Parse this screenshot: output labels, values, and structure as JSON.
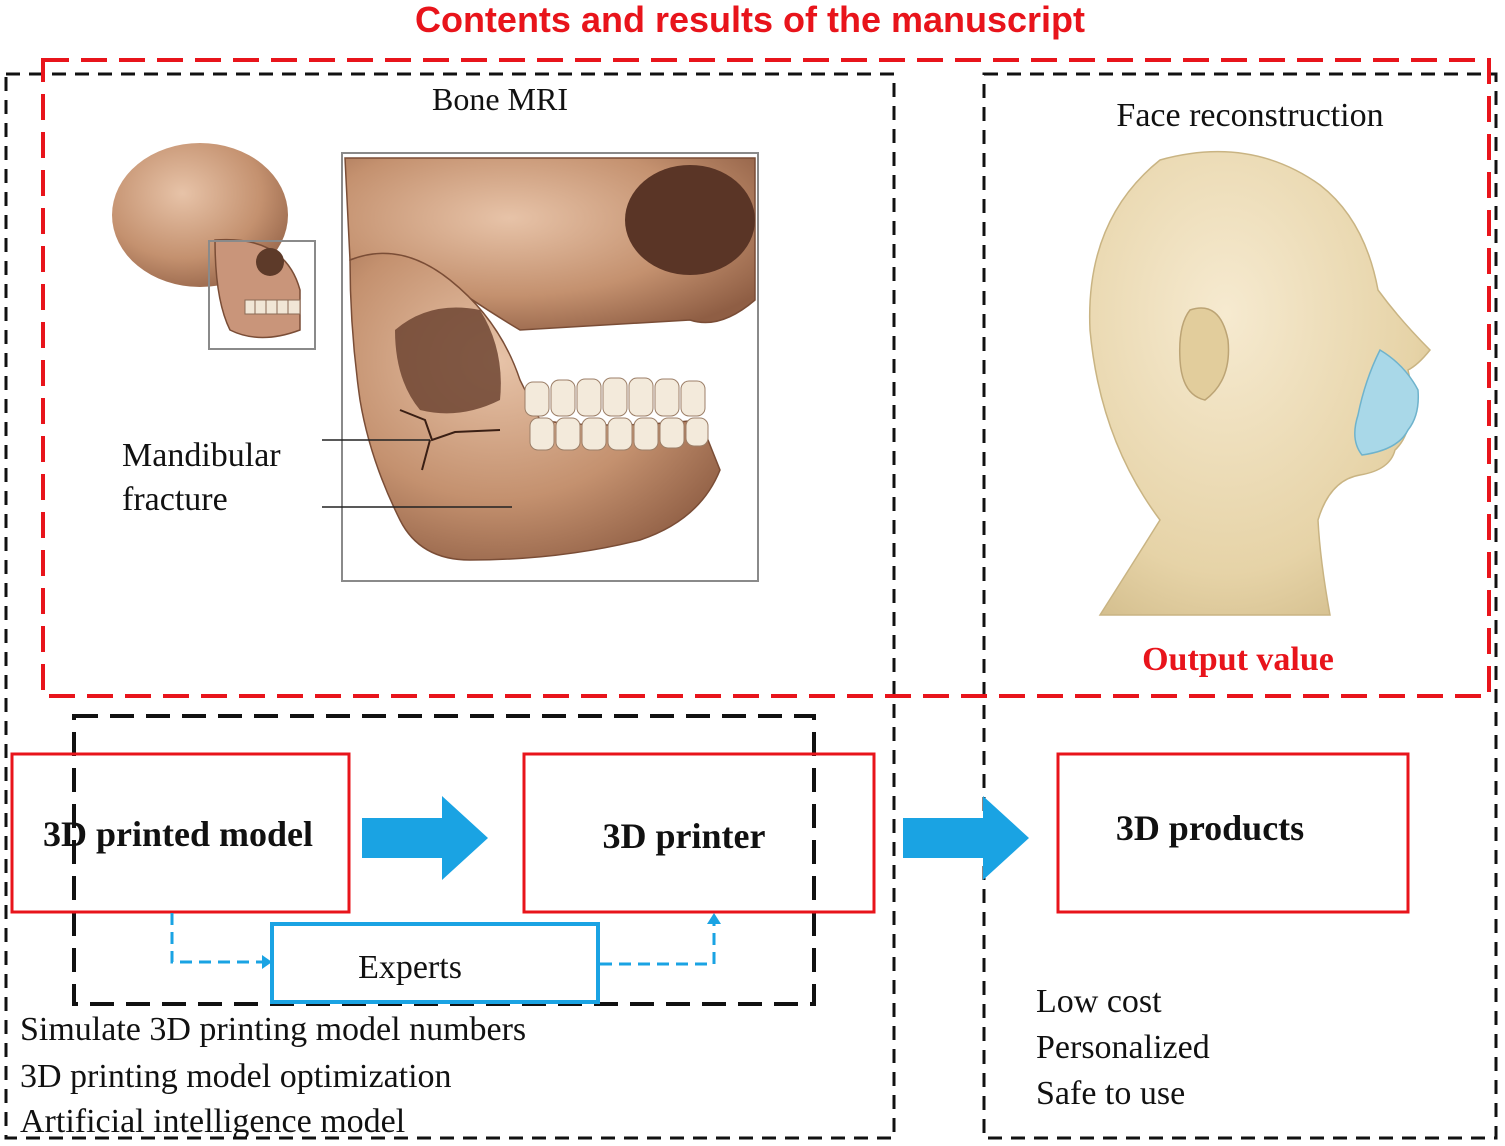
{
  "title": "Contents and results of the manuscript",
  "left_panel": {
    "title": "Bone MRI",
    "fracture_label_line1": "Mandibular",
    "fracture_label_line2": "fracture"
  },
  "right_panel": {
    "title": "Face reconstruction",
    "output_label": "Output value"
  },
  "flow": {
    "box1": "3D printed model",
    "box2": "3D printer",
    "box3": "3D products",
    "experts": "Experts"
  },
  "left_notes": [
    "Simulate 3D printing model numbers",
    "3D printing model optimization",
    "Artificial intelligence model"
  ],
  "right_notes": [
    "Low cost",
    "Personalized",
    "Safe to use"
  ],
  "colors": {
    "red": "#e8141b",
    "blue": "#1aa3e3",
    "black": "#111111",
    "bone": "#c9957a",
    "skin": "#eddcb4",
    "mask": "#a9d8e8"
  }
}
